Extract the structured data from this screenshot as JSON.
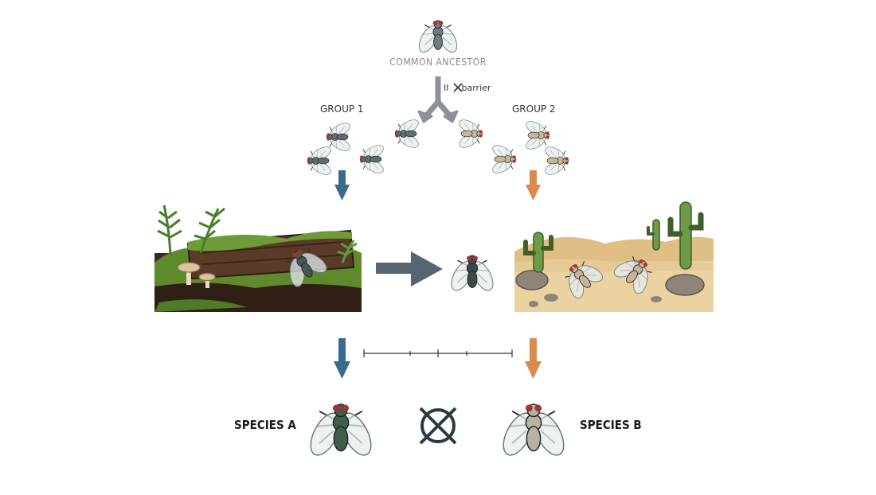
{
  "labels": {
    "ancestor": "COMMON ANCESTOR",
    "barrier_symbol": "II",
    "barrier": "barrier",
    "group1": "GROUP 1",
    "group2": "GROUP 2",
    "species_a": "SPECIES A",
    "species_b": "SPECIES B"
  },
  "colors": {
    "group1_arrow": "#3a6b8c",
    "group2_arrow": "#d98a4e",
    "middle_arrow": "#56656f",
    "split_arrow": "#8a9299",
    "group1_fly": "#5d6e73",
    "group2_fly": "#c9b59a",
    "species_a_fly": "#3f5f4d",
    "species_b_fly": "#b9b0a8",
    "forest_soil": "#3d2a1c",
    "forest_moss": "#5e8a2c",
    "desert_sand": "#ebd3a1",
    "cactus": "#6f9a4a"
  },
  "icons": {
    "no_interbreeding": "circle-x-icon",
    "barrier": "cross-icon"
  }
}
